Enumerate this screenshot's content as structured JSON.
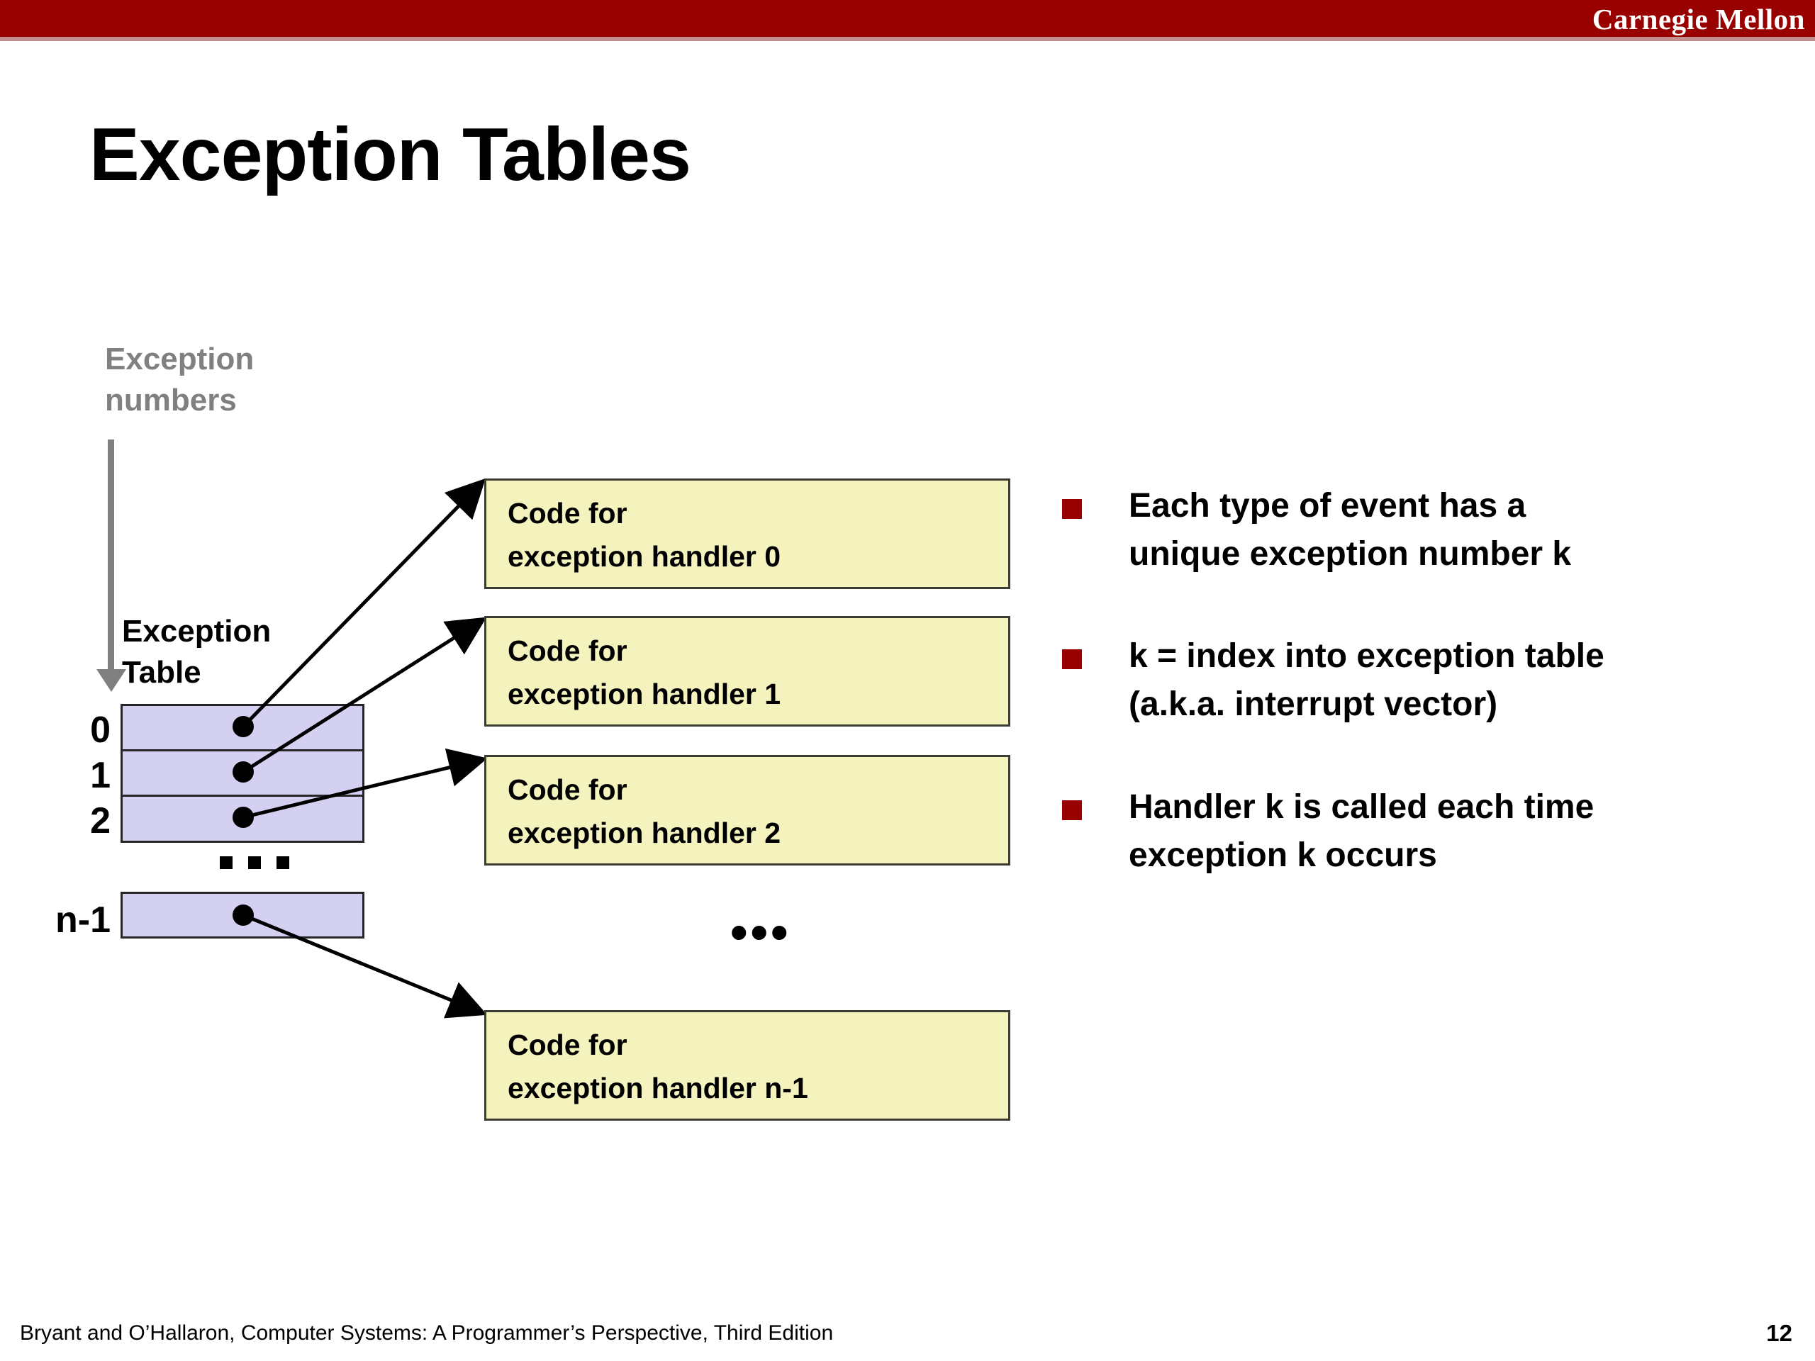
{
  "header": {
    "brand": "Carnegie Mellon",
    "bar_color": "#990000"
  },
  "title": "Exception Tables",
  "diagram": {
    "exception_numbers_label": "Exception\nnumbers",
    "exception_table_label": "Exception\nTable",
    "table": {
      "row_indices": [
        "0",
        "1",
        "2"
      ],
      "last_row_index": "n-1",
      "vertical_ellipsis": "▪ ▪ ▪",
      "fill_color": "#d3d0f2",
      "border_color": "#262626"
    },
    "handler_boxes": [
      {
        "line1": "Code for",
        "line2": "exception handler 0"
      },
      {
        "line1": "Code for",
        "line2": "exception handler 1"
      },
      {
        "line1": "Code for",
        "line2": "exception handler 2"
      },
      {
        "line1": "Code for",
        "line2": "exception handler n-1"
      }
    ],
    "handler_box_fill": "#f4f2bd",
    "middle_ellipsis": "•••"
  },
  "bullets": [
    "Each type of event has a\nunique exception number k",
    "k = index into exception table\n(a.k.a. interrupt vector)",
    "Handler k is called each time\nexception k occurs"
  ],
  "bullet_marker_color": "#990000",
  "footer": {
    "citation": "Bryant and O’Hallaron, Computer Systems: A Programmer’s Perspective, Third Edition",
    "page_number": "12"
  }
}
